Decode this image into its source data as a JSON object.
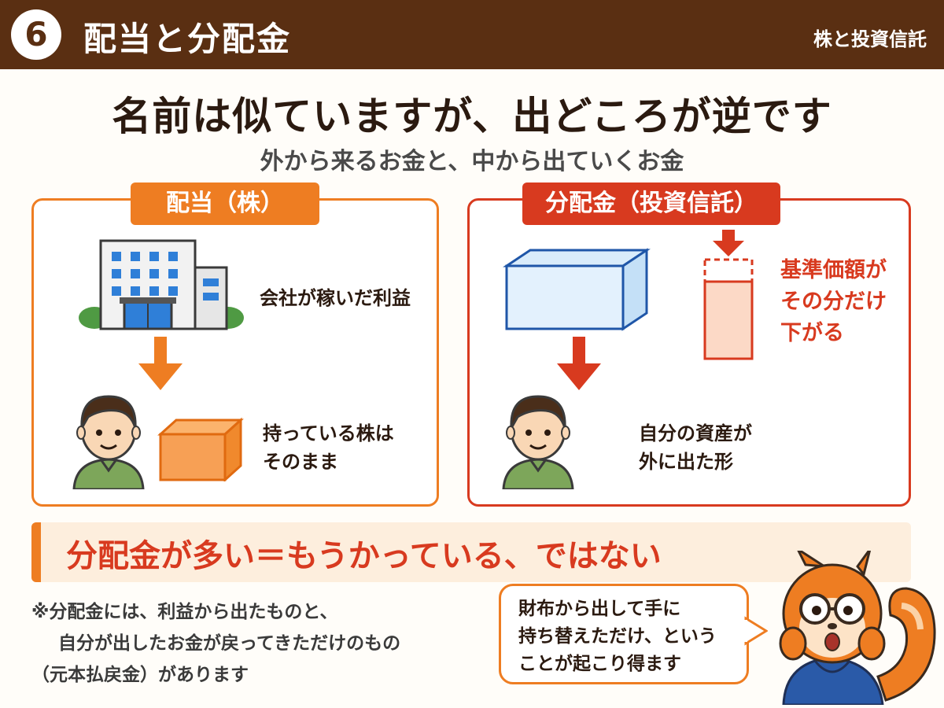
{
  "header": {
    "step_number": "6",
    "title": "配当と分配金",
    "category": "株と投資信託"
  },
  "main_title": "名前は似ていますが、出どころが逆です",
  "subtitle": "外から来るお金と、中から出ていくお金",
  "left_panel": {
    "label": "配当（株）",
    "company_caption": "会社が稼いだ利益",
    "holder_caption_line1": "持っている株は",
    "holder_caption_line2": "そのまま",
    "accent_color": "#ee7d22"
  },
  "right_panel": {
    "label": "分配金（投資信託）",
    "nav_caption_line1": "基準価額が",
    "nav_caption_line2": "その分だけ",
    "nav_caption_line3": "下がる",
    "holder_caption_line1": "自分の資産が",
    "holder_caption_line2": "外に出た形",
    "accent_color": "#d83a1f"
  },
  "banner": {
    "text": "分配金が多い＝もうかっている、ではない"
  },
  "note": {
    "line1": "※分配金には、利益から出たものと、",
    "line2": "自分が出したお金が戻ってきただけのもの",
    "line3": "（元本払戻金）があります"
  },
  "speech_bubble": {
    "line1": "財布から出して手に",
    "line2": "持ち替えただけ、という",
    "line3": "ことが起こり得ます"
  },
  "icons": {
    "company": "office-building-icon",
    "arrow": "arrow-down-icon",
    "person": "person-icon",
    "stock": "box-icon",
    "fund": "transparent-box-icon",
    "mascot": "squirrel-mascot-icon"
  }
}
